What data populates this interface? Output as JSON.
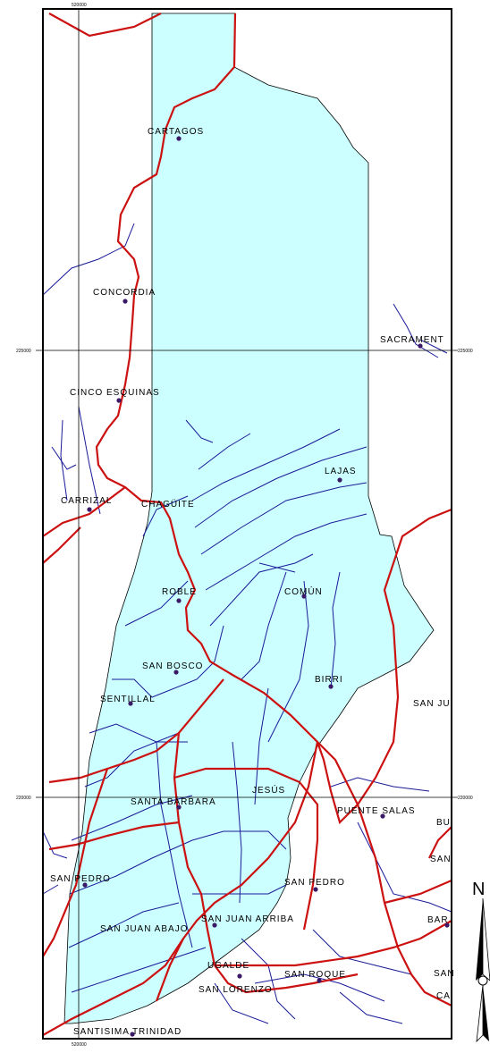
{
  "map": {
    "colors": {
      "study_area_fill": "#ccffff",
      "road": "#cc1111",
      "river": "#1a1a99",
      "frame": "#000000",
      "town_dot": "#3a1a66"
    },
    "places": [
      {
        "name": "CARTAGOS"
      },
      {
        "name": "CONCORDIA"
      },
      {
        "name": "SACRAMENT"
      },
      {
        "name": "CINCO ESQUINAS"
      },
      {
        "name": "LAJAS"
      },
      {
        "name": "CARRIZAL"
      },
      {
        "name": "CHAGÜITE"
      },
      {
        "name": "ROBLE"
      },
      {
        "name": "COMÚN"
      },
      {
        "name": "SAN BOSCO"
      },
      {
        "name": "BIRRI"
      },
      {
        "name": "SAN JU"
      },
      {
        "name": "SENTILLAL"
      },
      {
        "name": "JESÚS"
      },
      {
        "name": "SANTA BÁRBARA"
      },
      {
        "name": "PUENTE SALAS"
      },
      {
        "name": "BU"
      },
      {
        "name": "SAN"
      },
      {
        "name": "SAN PEDRO"
      },
      {
        "name": "SAN PEDRO"
      },
      {
        "name": "SAN JUAN ABAJO"
      },
      {
        "name": "SAN JUAN ARRIBA"
      },
      {
        "name": "BAR"
      },
      {
        "name": "UGALDE"
      },
      {
        "name": "SAN ROQUE"
      },
      {
        "name": "SAN LORENZO"
      },
      {
        "name": "SAN"
      },
      {
        "name": "CA"
      },
      {
        "name": "SANTISIMA TRINIDAD"
      }
    ],
    "coordinates": {
      "top": "520000",
      "left_upper": "225000",
      "right_upper": "225000",
      "left_lower": "220000",
      "right_lower": "220000",
      "bottom": "520000"
    },
    "north_label": "N"
  }
}
